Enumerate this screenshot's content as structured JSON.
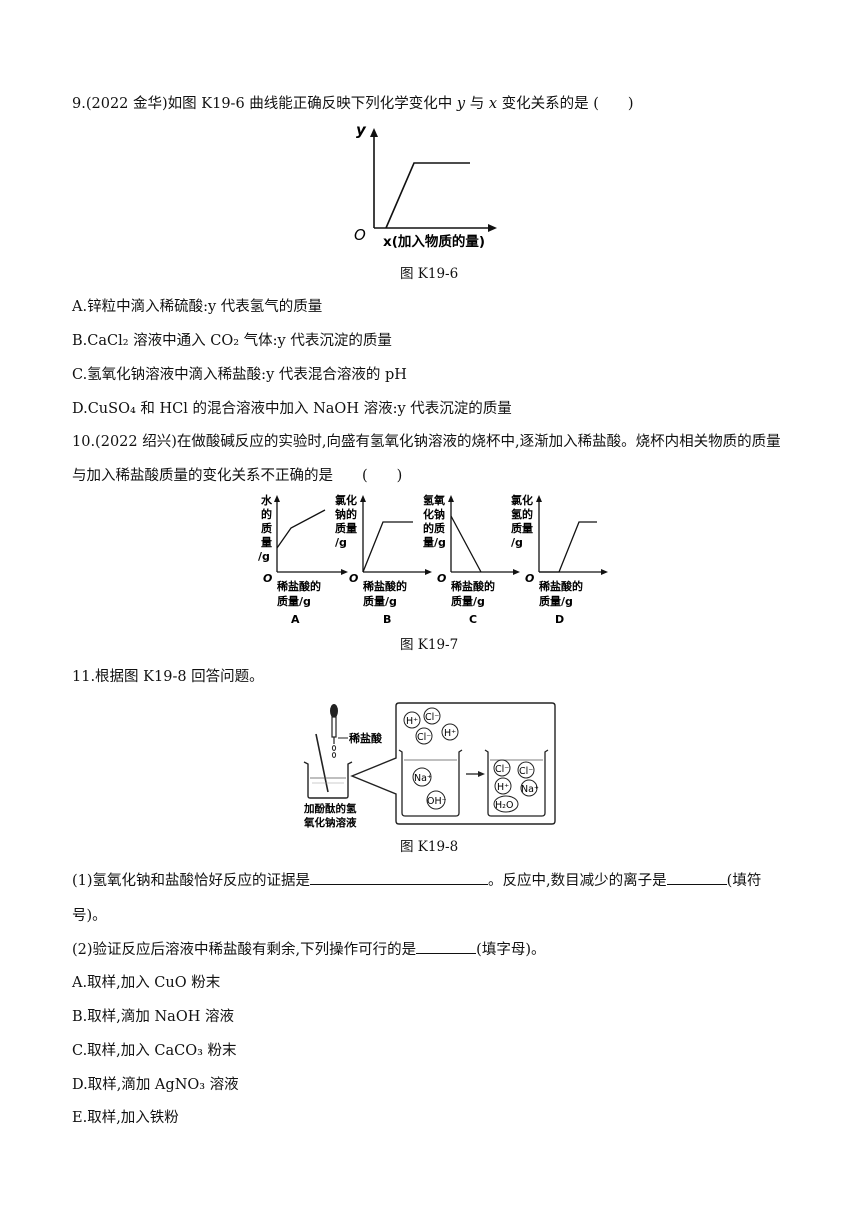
{
  "q9": {
    "stem_pre": "9.(2022 金华)如图 K19-6 曲线能正确反映下列化学变化中 ",
    "var_y": "y",
    "stem_mid": " 与 ",
    "var_x": "x",
    "stem_post": " 变化关系的是 (　　)",
    "fig": {
      "y_label": "y",
      "origin": "O",
      "x_label": "x(加入物质的量)",
      "caption": "图 K19-6"
    },
    "options": {
      "a": "A.锌粒中滴入稀硫酸:y 代表氢气的质量",
      "b": "B.CaCl₂ 溶液中通入 CO₂ 气体:y 代表沉淀的质量",
      "c": "C.氢氧化钠溶液中滴入稀盐酸:y 代表混合溶液的 pH",
      "d": "D.CuSO₄ 和 HCl 的混合溶液中加入 NaOH 溶液:y 代表沉淀的质量"
    }
  },
  "q10": {
    "line1": "10.(2022 绍兴)在做酸碱反应的实验时,向盛有氢氧化钠溶液的烧杯中,逐渐加入稀盐酸。烧杯内相关物质的质量",
    "line2": "与加入稀盐酸质量的变化关系不正确的是　　(　　)",
    "fig": {
      "caption": "图 K19-7",
      "charts": [
        {
          "ylabel": [
            "水",
            "的",
            "质",
            "量",
            "/g"
          ],
          "origin": "O",
          "xlabel": [
            "稀盐酸的",
            "质量/g"
          ],
          "letter": "A"
        },
        {
          "ylabel": [
            "氯化",
            "钠的",
            "质量",
            "/g"
          ],
          "origin": "O",
          "xlabel": [
            "稀盐酸的",
            "质量/g"
          ],
          "letter": "B"
        },
        {
          "ylabel": [
            "氢氧",
            "化钠",
            "的质",
            "量/g"
          ],
          "origin": "O",
          "xlabel": [
            "稀盐酸的",
            "质量/g"
          ],
          "letter": "C"
        },
        {
          "ylabel": [
            "氯化",
            "氢的",
            "质量",
            "/g"
          ],
          "origin": "O",
          "xlabel": [
            "稀盐酸的",
            "质量/g"
          ],
          "letter": "D"
        }
      ]
    }
  },
  "q11": {
    "stem": "11.根据图 K19-8 回答问题。",
    "fig": {
      "acid_label": "稀盐酸",
      "beaker_label_1": "加酚酞的氢",
      "beaker_label_2": "氧化钠溶液",
      "ions_top": [
        "H⁺",
        "Cl⁻",
        "Cl⁻",
        "H⁺"
      ],
      "ions_left": [
        "Na⁺",
        "OH⁻"
      ],
      "ions_right": [
        "Cl⁻",
        "Cl⁻",
        "H⁺",
        "Na⁺",
        "H₂O"
      ],
      "caption": "图 K19-8"
    },
    "p1_a": "(1)氢氧化钠和盐酸恰好反应的证据是",
    "p1_b": "。反应中,数目减少的离子是",
    "p1_c": "(填符",
    "p1_d": "号)。",
    "p2": "(2)验证反应后溶液中稀盐酸有剩余,下列操作可行的是",
    "p2_end": "(填字母)。",
    "options": {
      "a": "A.取样,加入 CuO 粉末",
      "b": "B.取样,滴加 NaOH 溶液",
      "c": "C.取样,加入 CaCO₃ 粉末",
      "d": "D.取样,滴加 AgNO₃ 溶液",
      "e": "E.取样,加入铁粉"
    }
  }
}
